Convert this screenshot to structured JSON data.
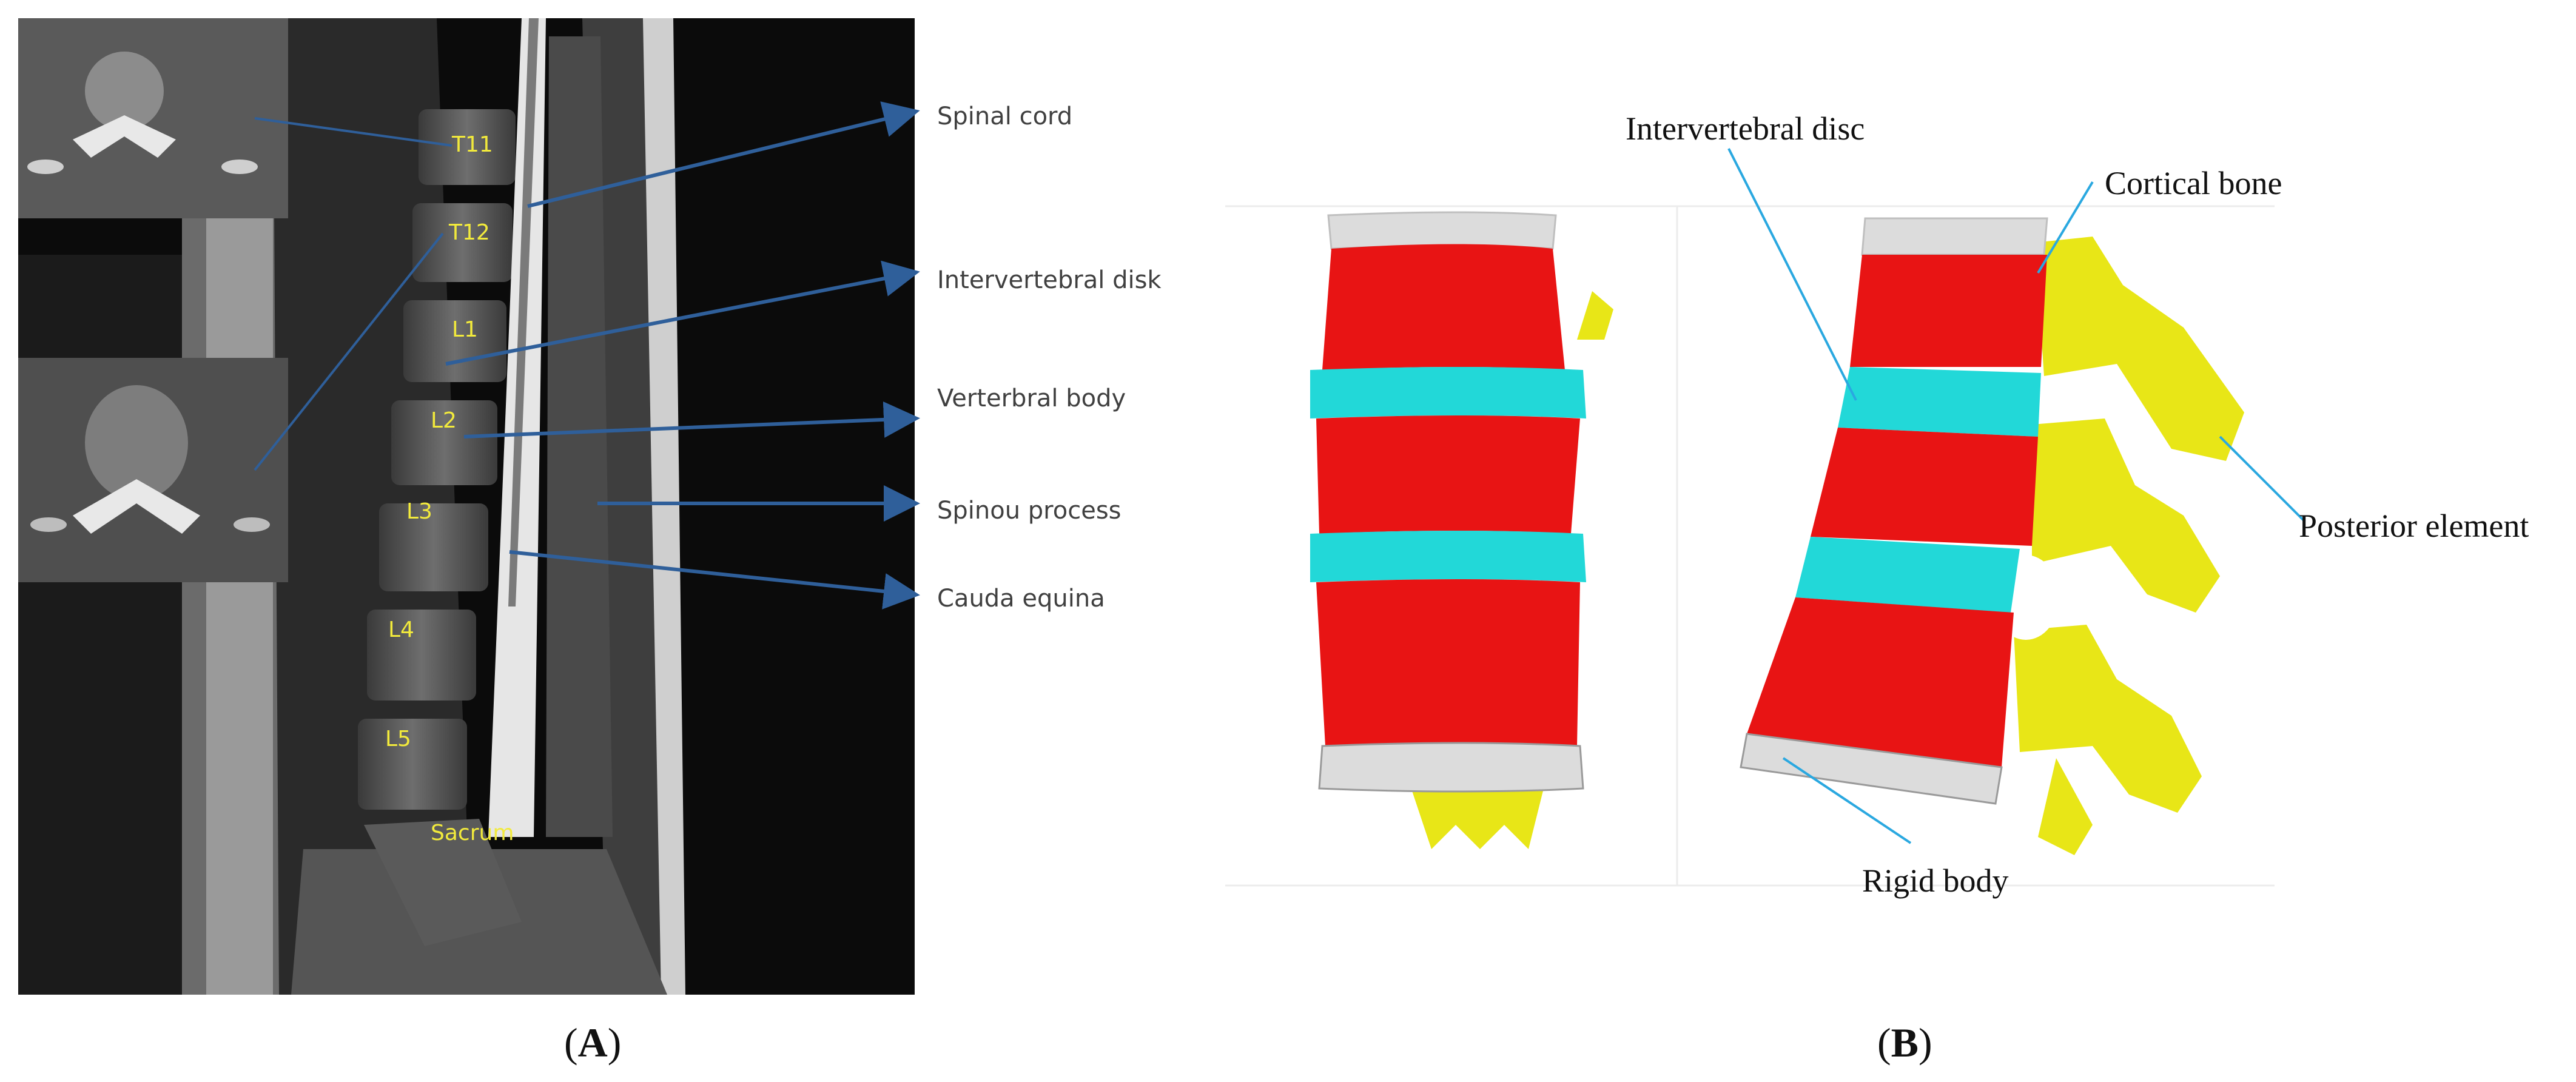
{
  "panel_a": {
    "vertebra_labels": [
      "T11",
      "T12",
      "L1",
      "L2",
      "L3",
      "L4",
      "L5",
      "Sacrum"
    ],
    "callouts": {
      "spinal_cord": "Spinal cord",
      "intervertebral_disk": "Intervertebral disk",
      "vertebral_body": "Verterbral body",
      "spinous_process": "Spinou process",
      "cauda_equina": "Cauda equina"
    },
    "caption_letter": "A"
  },
  "panel_b": {
    "callouts": {
      "intervertebral_disc": "Intervertebral disc",
      "cortical_bone": "Cortical bone",
      "posterior_element": "Posterior element",
      "rigid_body": "Rigid body"
    },
    "caption_letter": "B"
  },
  "colors": {
    "arrow": "#2f5f9a",
    "vertebral_label": "#f2ea3c",
    "cortical_red": "#e81414",
    "disc_cyan": "#22d8d8",
    "posterior_yellow": "#e8e617",
    "endplate_gray": "#d9d9d9",
    "leader_line": "#2aa8e0"
  }
}
